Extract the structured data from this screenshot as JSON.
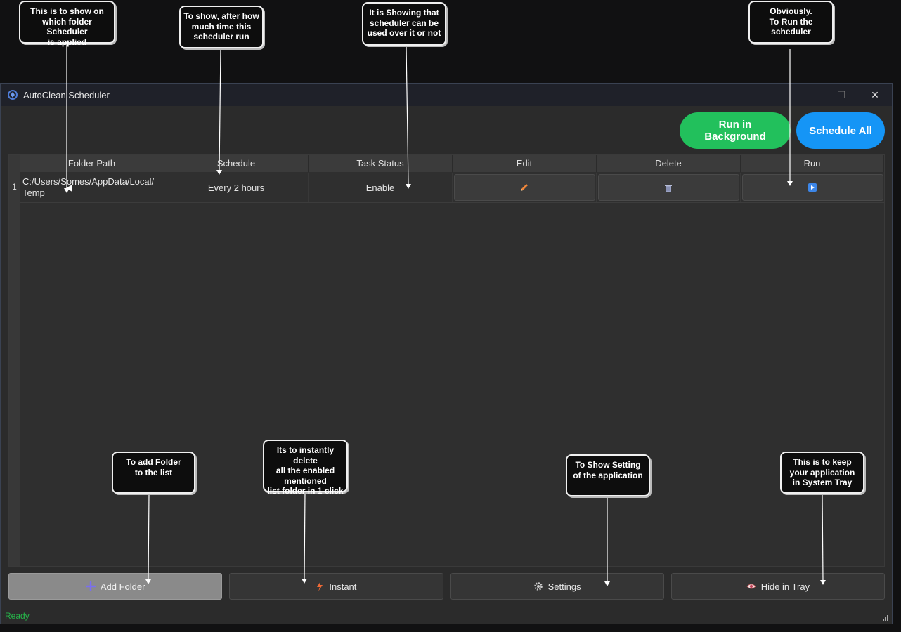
{
  "window": {
    "title": "AutoClean Scheduler",
    "controls": {
      "minimize": "—",
      "maximize": "☐",
      "close": "✕"
    }
  },
  "top_buttons": {
    "run_background": "Run in Background",
    "schedule_all": "Schedule All"
  },
  "table": {
    "headers": [
      "Folder Path",
      "Schedule",
      "Task Status",
      "Edit",
      "Delete",
      "Run"
    ],
    "rows": [
      {
        "num": "1",
        "folder_path": "C:/Users/Somes/AppData/Local/\nTemp",
        "schedule": "Every 2 hours",
        "status": "Enable",
        "edit_icon": "pencil-icon",
        "delete_icon": "trash-icon",
        "run_icon": "play-icon"
      }
    ]
  },
  "bottom_buttons": {
    "add_folder": "Add Folder",
    "instant": "Instant",
    "settings": "Settings",
    "hide_tray": "Hide in Tray"
  },
  "status_bar": {
    "text": "Ready"
  },
  "annotations": {
    "folder": "This is to show on\nwhich folder Scheduler\nis applied",
    "schedule": "To show, after how\nmuch time this\nscheduler run",
    "status": "It is Showing that\nscheduler can be\nused over it or not",
    "run": "Obviously.\nTo Run the\nscheduler",
    "add_folder": "To add Folder\nto the list",
    "instant": "Its to instantly delete\nall the enabled\nmentioned\nlist folder in 1 click",
    "settings": "To Show Setting\nof the application",
    "tray": "This is to keep\nyour application\nin System Tray"
  },
  "colors": {
    "run_background": "#22c05c",
    "schedule_all": "#1595f6",
    "status_ready": "#26b64a"
  }
}
